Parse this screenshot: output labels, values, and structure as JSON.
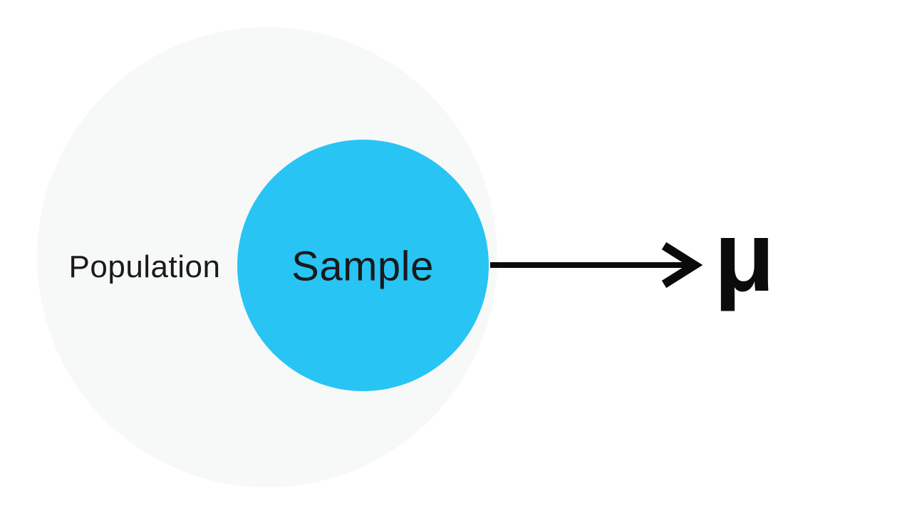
{
  "diagram": {
    "population": {
      "label": "Population"
    },
    "sample": {
      "label": "Sample"
    },
    "mu": {
      "symbol": "μ"
    },
    "colors": {
      "background": "#ffffff",
      "population_circle": "#f7f8f8",
      "sample_circle": "#28c4f4",
      "label_text": "#1a1a1a",
      "arrow": "#0b0b0b",
      "mu_symbol": "#0b0b0b"
    }
  }
}
